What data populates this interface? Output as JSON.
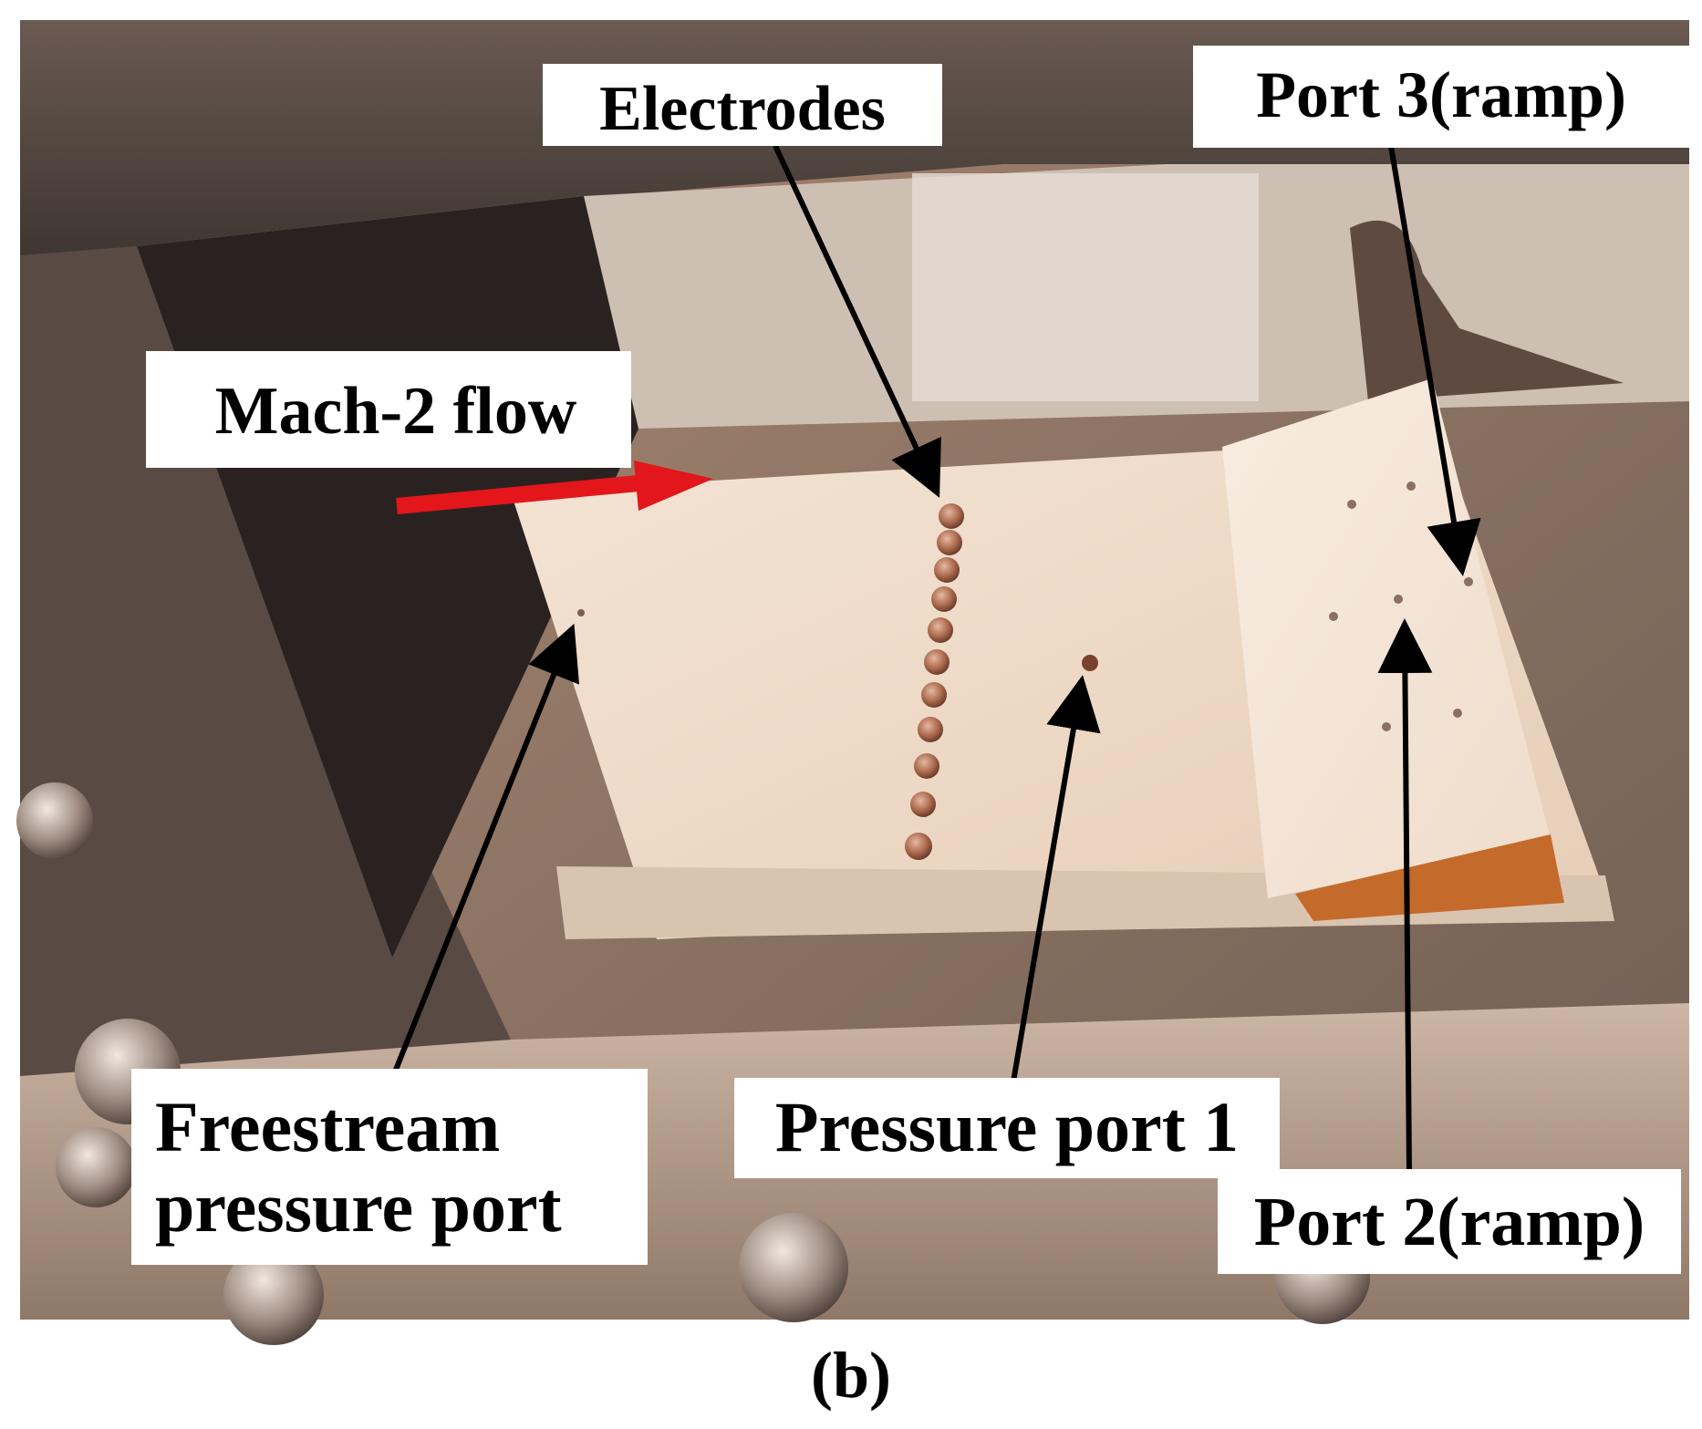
{
  "figure": {
    "annotations": {
      "electrodes": "Electrodes",
      "port3": "Port 3(ramp)",
      "flow": "Mach-2 flow",
      "freestream_line1": "Freestream",
      "freestream_line2": "pressure port",
      "pressure_port1": "Pressure port 1",
      "port2": "Port 2(ramp)"
    },
    "caption": "(b)",
    "colors": {
      "flow_arrow": "#e3161b",
      "label_box": "#ffffff",
      "label_text": "#000000",
      "pointer_arrow": "#000000",
      "plate": "#efd9c3",
      "electrode": "#a8664a"
    }
  }
}
